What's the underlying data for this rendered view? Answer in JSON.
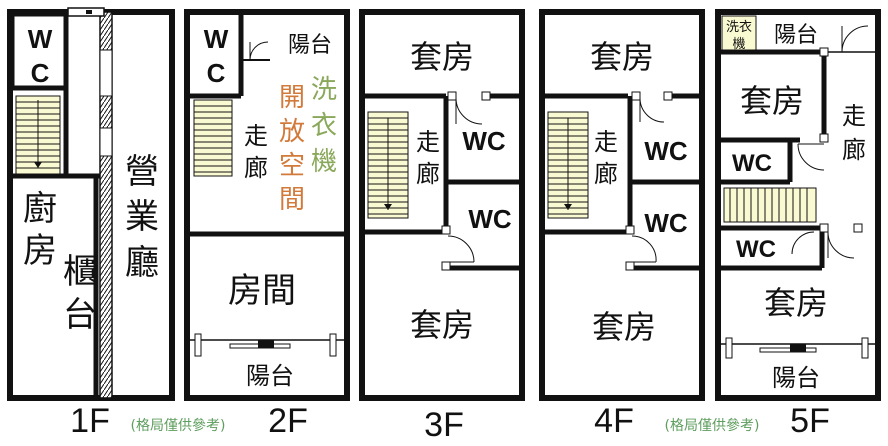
{
  "colors": {
    "wall": "#111111",
    "stair_fill": "#fafad2",
    "open_space_text": "#d27a3a",
    "laundry_text": "#8aa85a",
    "note_text": "#5e9e5e"
  },
  "floors": {
    "f1": {
      "label": "1F",
      "wc": [
        "W",
        "C"
      ],
      "kitchen": [
        "廚",
        "房"
      ],
      "counter": [
        "櫃",
        "台"
      ],
      "business_hall": [
        "營",
        "業",
        "廳"
      ]
    },
    "f2": {
      "label": "2F",
      "wc": [
        "W",
        "C"
      ],
      "balcony_top": "陽台",
      "laundry": [
        "洗",
        "衣",
        "機"
      ],
      "open_space": [
        "開",
        "放",
        "空",
        "間"
      ],
      "corridor": [
        "走",
        "廊"
      ],
      "room": "房間",
      "balcony_bottom": "陽台"
    },
    "f3": {
      "label": "3F",
      "suite_top": "套房",
      "corridor": [
        "走",
        "廊"
      ],
      "wc1": "WC",
      "wc2": "WC",
      "suite_bottom": "套房"
    },
    "f4": {
      "label": "4F",
      "suite_top": "套房",
      "corridor": [
        "走",
        "廊"
      ],
      "wc1": "WC",
      "wc2": "WC",
      "suite_bottom": "套房"
    },
    "f5": {
      "label": "5F",
      "laundry": [
        "洗衣",
        "機"
      ],
      "balcony_top": "陽台",
      "suite_top": "套房",
      "corridor": [
        "走",
        "廊"
      ],
      "wc1": "WC",
      "wc2": "WC",
      "suite_bottom": "套房",
      "balcony_bottom": "陽台"
    }
  },
  "notes": {
    "left": "(格局僅供參考)",
    "right": "(格局僅供參考)"
  }
}
